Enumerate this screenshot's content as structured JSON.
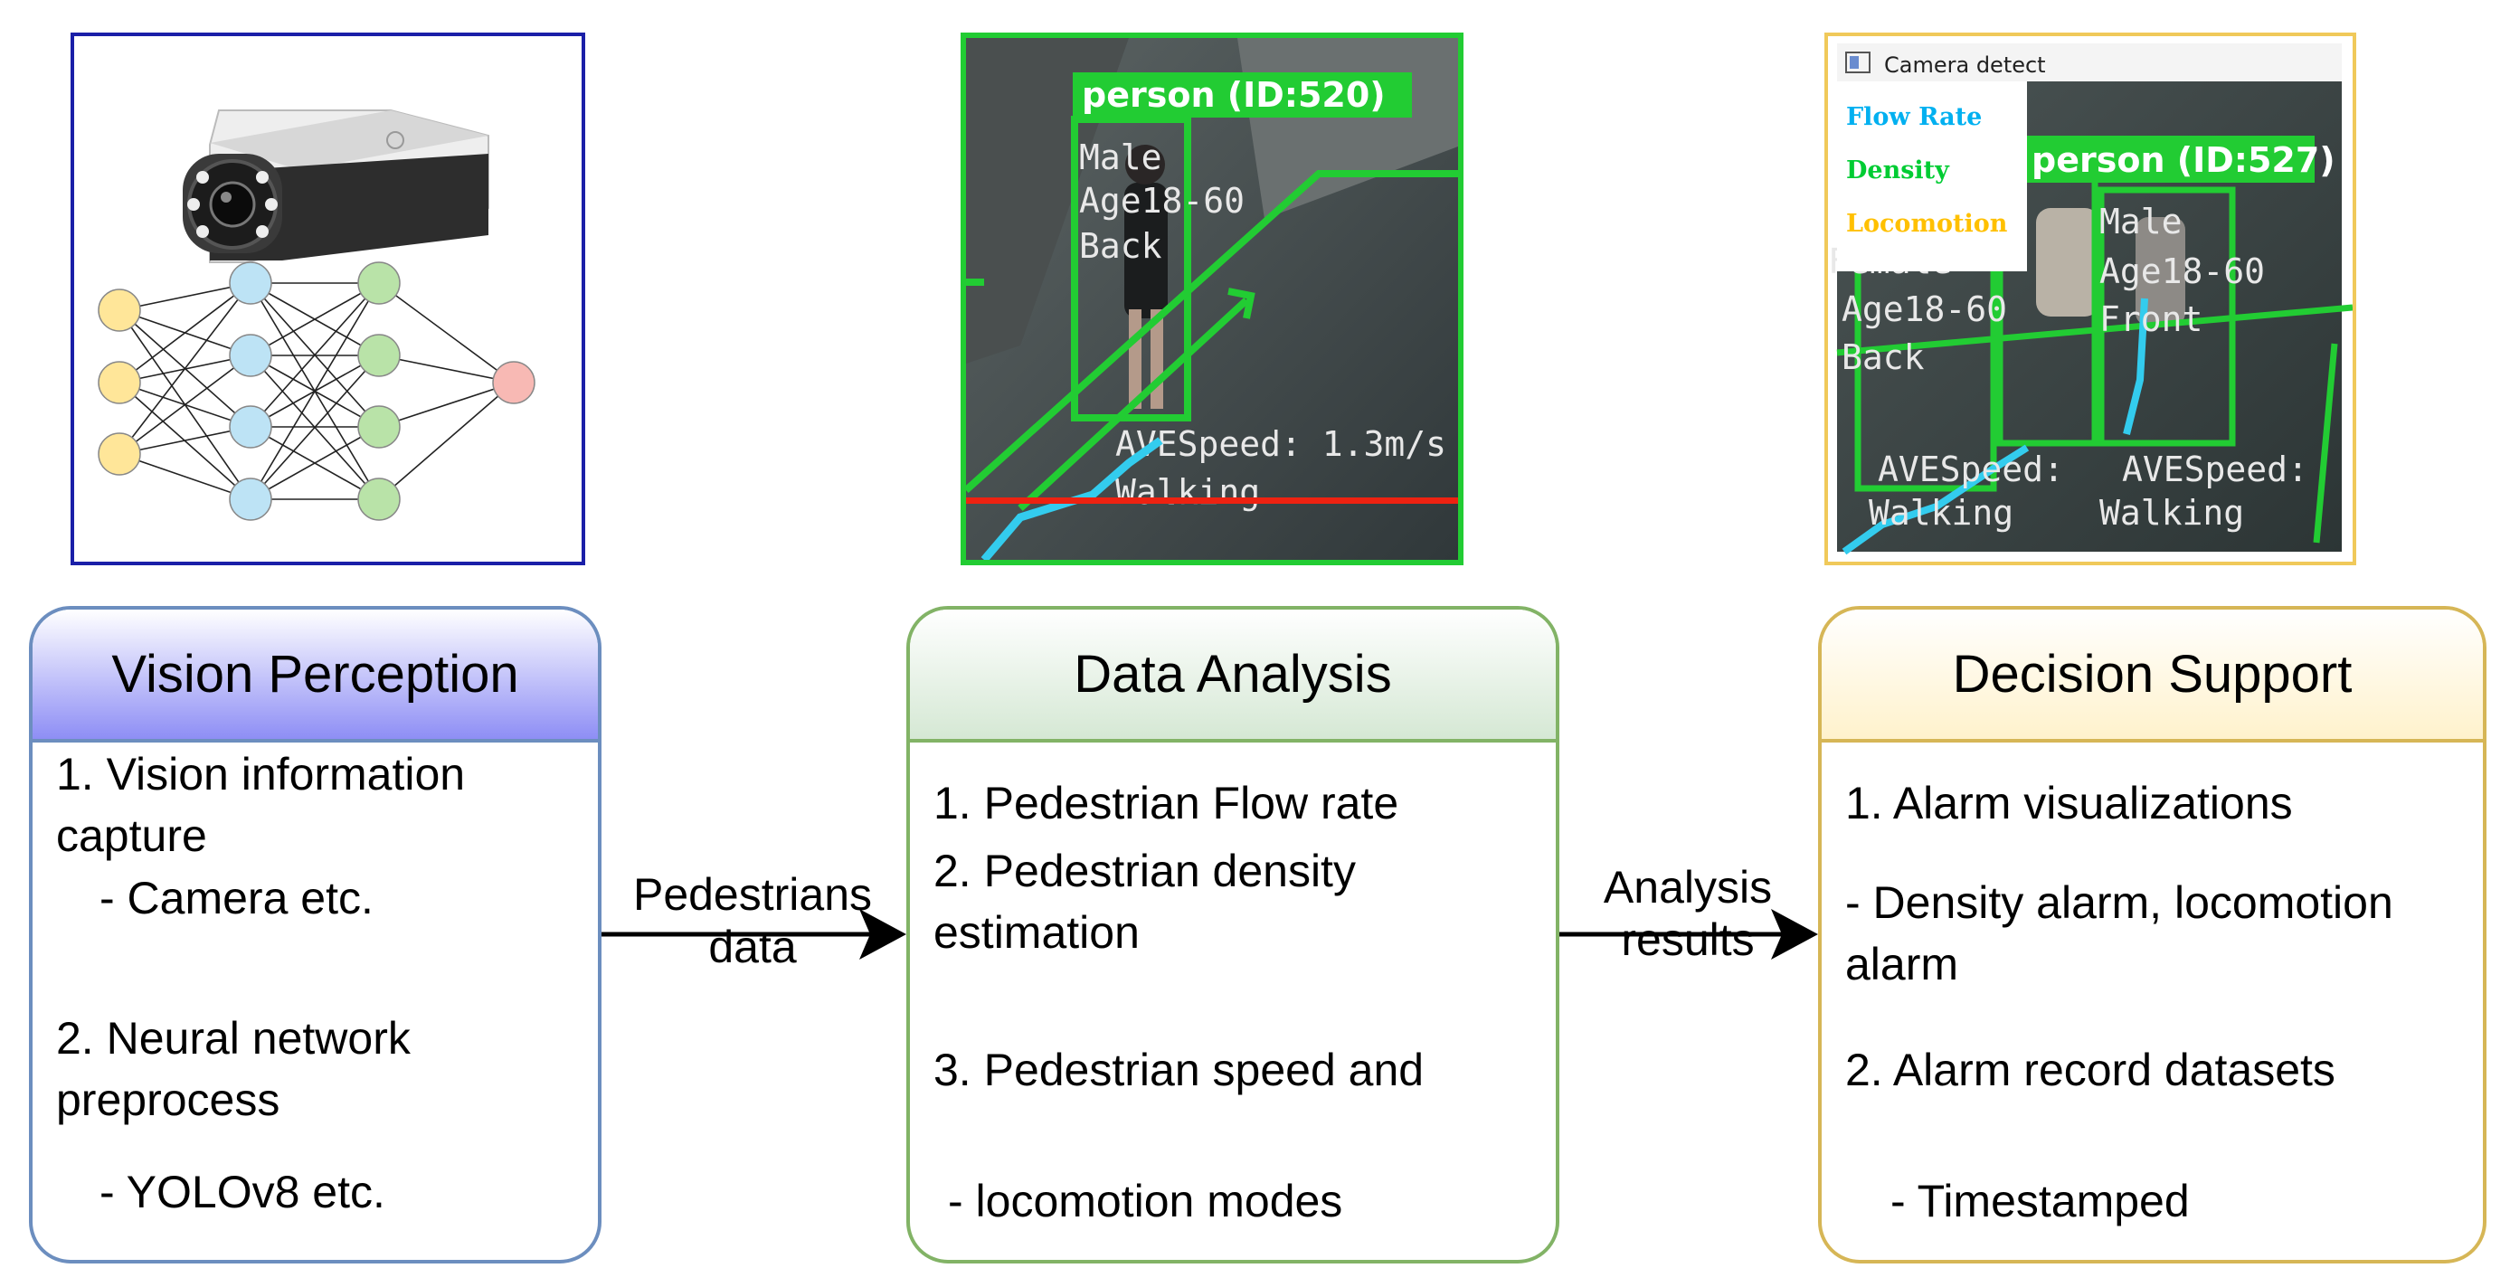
{
  "stages": {
    "vision": {
      "title": "Vision Perception",
      "items": [
        "1. Vision information capture",
        "- Camera etc.",
        "2. Neural network preprocess",
        "- YOLOv8 etc."
      ]
    },
    "analysis": {
      "title": "Data Analysis",
      "items": [
        "1. Pedestrian Flow rate",
        "2. Pedestrian density estimation",
        "3. Pedestrian speed and",
        "- locomotion modes"
      ]
    },
    "decision": {
      "title": "Decision Support",
      "items": [
        "1. Alarm visualizations",
        "- Density alarm, locomotion alarm",
        "2. Alarm record datasets",
        "- Timestamped"
      ]
    }
  },
  "edges": {
    "vision_to_analysis": [
      "Pedestrians",
      "data"
    ],
    "analysis_to_decision": [
      "Analysis",
      "results"
    ]
  },
  "screenshots": {
    "analysis": {
      "label": "person (ID:520)",
      "attr_1": "Male",
      "attr_2": "Age18-60",
      "attr_3": "Back",
      "speed": "AVESpeed: 1.3m/s",
      "mode": "Walking"
    },
    "decision": {
      "window_title": "Camera detect",
      "legend": [
        "Flow Rate",
        "Density",
        "Locomotion"
      ],
      "legend_colors": [
        "#00b0f0",
        "#00cc33",
        "#ffc000"
      ],
      "label": "person (ID:527)",
      "left_attr_1": "Female",
      "left_attr_2": "Age18-60",
      "left_attr_3": "Back",
      "right_attr_1": "Male",
      "right_attr_2": "Age18-60",
      "right_attr_3": "Front",
      "left_speed": "AVESpeed:",
      "left_mode": "Walking",
      "right_speed": "AVESpeed:",
      "right_mode": "Walking"
    }
  },
  "colors": {
    "vision_border": "#6c8ebf",
    "analysis_border": "#82b366",
    "decision_border": "#d6b656",
    "vision_header": "#8e8ef5",
    "input_node": "#ffe699",
    "hidden_node_1": "#bde3f5",
    "hidden_node_2": "#b9e3a8",
    "output_node": "#f8b9b4"
  }
}
